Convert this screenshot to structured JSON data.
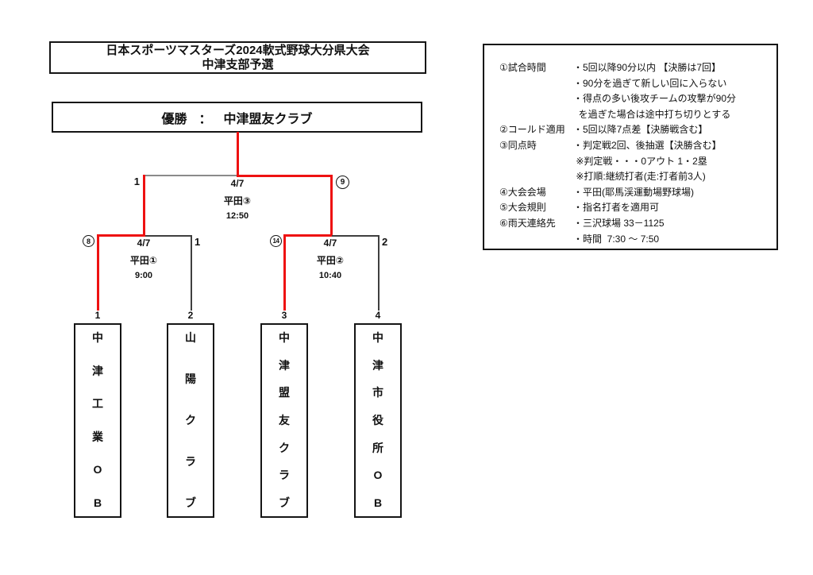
{
  "title": {
    "line1": "日本スポーツマスターズ2024軟式野球大分県大会",
    "line2": "中津支部予選"
  },
  "champion": {
    "label": "優勝",
    "separator": "：",
    "name": "中津盟友クラブ"
  },
  "matches": {
    "final": {
      "date": "4/7",
      "venue": "平田③",
      "time": "12:50",
      "left_score": "1",
      "right_score": "9",
      "winner": "right"
    },
    "semi1": {
      "date": "4/7",
      "venue": "平田①",
      "time": "9:00",
      "left_score": "8",
      "right_score": "1",
      "winner": "left"
    },
    "semi2": {
      "date": "4/7",
      "venue": "平田②",
      "time": "10:40",
      "left_score": "14",
      "right_score": "2",
      "winner": "left"
    }
  },
  "teams": [
    {
      "seed": "1",
      "name": "中津工業OB"
    },
    {
      "seed": "2",
      "name": "山陽クラブ"
    },
    {
      "seed": "3",
      "name": "中津盟友クラブ"
    },
    {
      "seed": "4",
      "name": "中津市役所OB"
    }
  ],
  "rules": {
    "rows": [
      {
        "label": "①試合時間",
        "text": "・5回以降90分以内 【決勝は7回】"
      },
      {
        "label": "",
        "text": "・90分を過ぎて新しい回に入らない"
      },
      {
        "label": "",
        "text": "・得点の多い後攻チームの攻撃が90分"
      },
      {
        "label": "",
        "text": "  を過ぎた場合は途中打ち切りとする"
      },
      {
        "label": "②コールド適用",
        "text": "・5回以降7点差【決勝戦含む】"
      },
      {
        "label": "③同点時",
        "text": "・判定戦2回、後抽選【決勝含む】"
      },
      {
        "label": "",
        "text": " ※判定戦・・・0アウト 1・2塁"
      },
      {
        "label": "",
        "text": " ※打順:継続打者(走:打者前3人)"
      },
      {
        "label": "④大会会場",
        "text": "・平田(耶馬渓運動場野球場)"
      },
      {
        "label": "⑤大会規則",
        "text": "・指名打者を適用可"
      },
      {
        "label": "⑥雨天連絡先",
        "text": "・三沢球場 33－1125"
      },
      {
        "label": "",
        "text": "・時間  7:30 ～ 7:50"
      }
    ]
  },
  "colors": {
    "winner_path_red": "#ee1111",
    "bracket_line_dark": "#3f3f3f",
    "bracket_line_gray": "#8a8a8a",
    "border_black": "#151515"
  }
}
